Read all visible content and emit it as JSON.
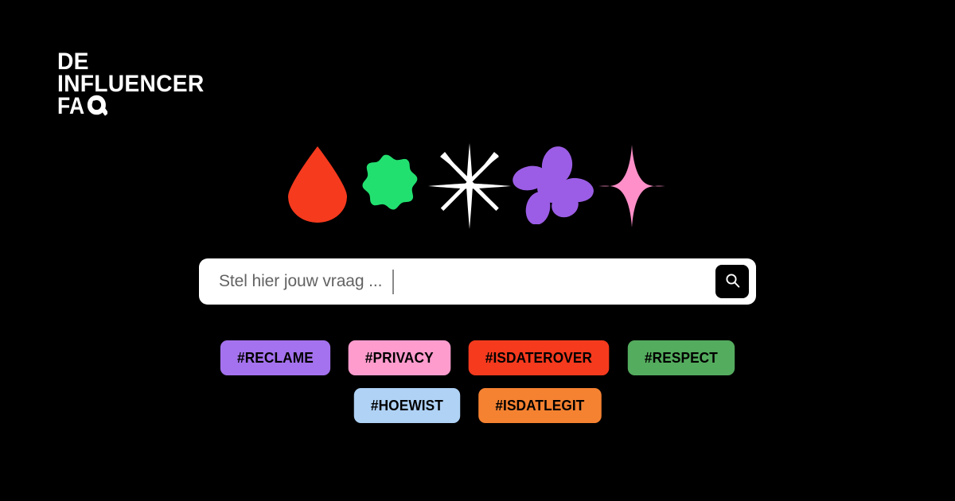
{
  "page": {
    "background_color": "#000000",
    "language": "nl"
  },
  "logo": {
    "name": "de-influencer-faq",
    "line1": "DE",
    "line2": "INFLUENCER",
    "line3_prefix": "FA",
    "line3_q": "Q",
    "color": "#FFFFFF"
  },
  "shapes": [
    {
      "name": "teardrop-shape",
      "color": "#F53A1E"
    },
    {
      "name": "scalloped-blob-shape",
      "color": "#22E070"
    },
    {
      "name": "eight-point-sparkle-shape",
      "color": "#FFFFFF"
    },
    {
      "name": "flower-shape",
      "color": "#9B5DE5"
    },
    {
      "name": "four-point-star-shape",
      "color": "#FF8FC8"
    }
  ],
  "search": {
    "placeholder": "Stel hier jouw vraag ...",
    "value": "",
    "button_icon": "search-icon",
    "button_label": "",
    "background_color": "#FFFFFF",
    "button_color": "#000000"
  },
  "tags": {
    "row1": [
      {
        "label": "#RECLAME",
        "color": "#A472EE"
      },
      {
        "label": "#PRIVACY",
        "color": "#FF9CCE"
      },
      {
        "label": "#ISDATEROVER",
        "color": "#F53A1E"
      },
      {
        "label": "#RESPECT",
        "color": "#54AC5E"
      }
    ],
    "row2": [
      {
        "label": "#HOEWIST",
        "color": "#AFD2F5"
      },
      {
        "label": "#ISDATLEGIT",
        "color": "#F58231"
      }
    ]
  }
}
